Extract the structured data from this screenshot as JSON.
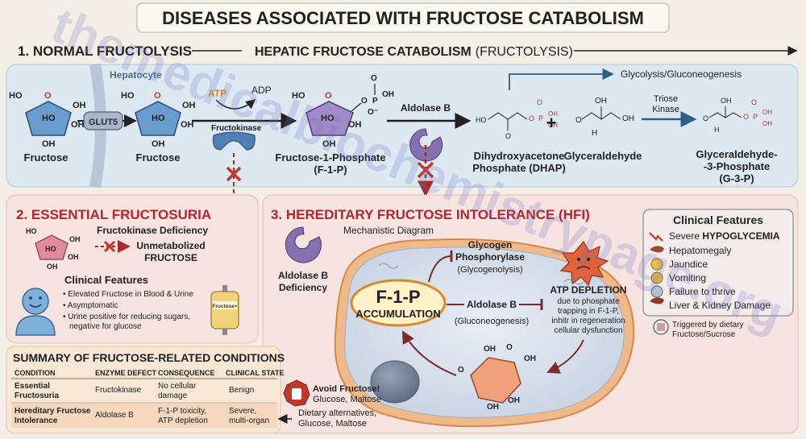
{
  "title": "DISEASES ASSOCIATED WITH FRUCTOSE CATABOLISM",
  "section1": {
    "heading": "1. NORMAL FRUCTOLYSIS",
    "pathway_bold": "HEPATIC FRUCTOSE CATABOLISM",
    "pathway_rest": "(FRUCTOLYSIS)",
    "hepatocyte": "Hepatocyte",
    "glut5": "GLUT5",
    "atp": "ATP",
    "adp": "ADP",
    "fructokinase": "Fructokinase",
    "aldolase_b": "Aldolase B",
    "glycolysis": "Glycolysis/Gluconeogenesis",
    "triose_kinase_1": "Triose",
    "triose_kinase_2": "Kinase",
    "plus": "+",
    "labels": {
      "fructose_out": "Fructose",
      "fructose_in": "Fructose",
      "f1p_1": "Fructose-1-Phosphate",
      "f1p_2": "(F-1-P)",
      "dhap_1": "Dihydroxyacetone",
      "dhap_2": "Phosphate (DHAP)",
      "glyceraldehyde": "Glyceraldehyde",
      "g3p_1": "Glyceraldehyde-",
      "g3p_2": "-3-Phosphate",
      "g3p_3": "(G-3-P)"
    },
    "chem": {
      "ho": "HO",
      "oh": "OH",
      "o": "O",
      "p": "P",
      "om": "O⁻",
      "h": "H"
    }
  },
  "section2": {
    "heading": "2. ESSENTIAL FRUCTOSURIA",
    "deficiency": "Fructokinase Deficiency",
    "unmetabolized_1": "Unmetabolized",
    "unmetabolized_2": "FRUCTOSE",
    "clinical_title": "Clinical Features",
    "features": [
      "Elevated Fructose in Blood & Urine",
      "Asymptomatic",
      "Urine positive for reducing sugars,",
      "negative for glucose"
    ],
    "bag_label": "Fructose+"
  },
  "section3": {
    "heading": "3. HEREDITARY FRUCTOSE INTOLERANCE (HFI)",
    "subheading": "Mechanistic Diagram",
    "aldolase_def_1": "Aldolase B",
    "aldolase_def_2": "Deficiency",
    "f1p_1": "F-1-P",
    "f1p_2": "ACCUMULATION",
    "glycogen_1": "Glycogen",
    "glycogen_2": "Phosphorylase",
    "glycogen_3": "(Glycogenolysis)",
    "aldolase_b": "Aldolase B",
    "gluconeo": "(Gluconeogenesis)",
    "atp_depletion": "ATP DEPLETION",
    "atp_desc": [
      "due to phosphate",
      "trapping in F-1-P,",
      "inhitr in regeneration",
      "cellular dysfunction"
    ],
    "clinical_title": "Clinical Features",
    "features": [
      {
        "pre": "Severe ",
        "bold": "HYPOGLYCEMIA"
      },
      {
        "pre": "Hepatomegaly",
        "bold": ""
      },
      {
        "pre": "Jaundice",
        "bold": ""
      },
      {
        "pre": "Vomiting",
        "bold": ""
      },
      {
        "pre": "Failure to thrive",
        "bold": ""
      },
      {
        "pre": "Liver & Kidney Damage",
        "bold": ""
      }
    ],
    "trigger_1": "Triggered by dietary",
    "trigger_2": "Fructose/Sucrose"
  },
  "summary": {
    "title": "SUMMARY OF FRUCTOSE-RELATED CONDITIONS",
    "headers": [
      "CONDITION",
      "ENZYME DEFECT",
      "CONSEQUENCE",
      "CLINICAL STATE"
    ],
    "rows": [
      {
        "c1": [
          "Essential",
          "Fructosuria"
        ],
        "c2": "Fructokinase",
        "c3": [
          "No cellular",
          "damage"
        ],
        "c4": "Benign"
      },
      {
        "c1": [
          "Hereditary Fructose",
          "Intolerance"
        ],
        "c2": "Aldolase B",
        "c3": [
          "F-1-P toxicity,",
          "ATP depletion"
        ],
        "c4": [
          "Severe,",
          "multi-organ"
        ]
      }
    ],
    "avoid_1": "Avoid Fructose!",
    "avoid_2": "Glucose, Maltose",
    "diet_1": "Dietary alternatives,",
    "diet_2": "Glucose, Maltose"
  },
  "watermark": "themedicalbiochemistrypage.org",
  "colors": {
    "title_red": "#b3262e",
    "sec_red": "#b3262e",
    "panel_blue": "#dde8f1",
    "panel_pink": "#f7e3df",
    "panel_peach": "#f8e7d4",
    "enzyme_purple": "#8670b0",
    "arrow_dark": "#222222",
    "inhibit_red": "#a82a2a",
    "atp_orange": "#d9882a"
  }
}
